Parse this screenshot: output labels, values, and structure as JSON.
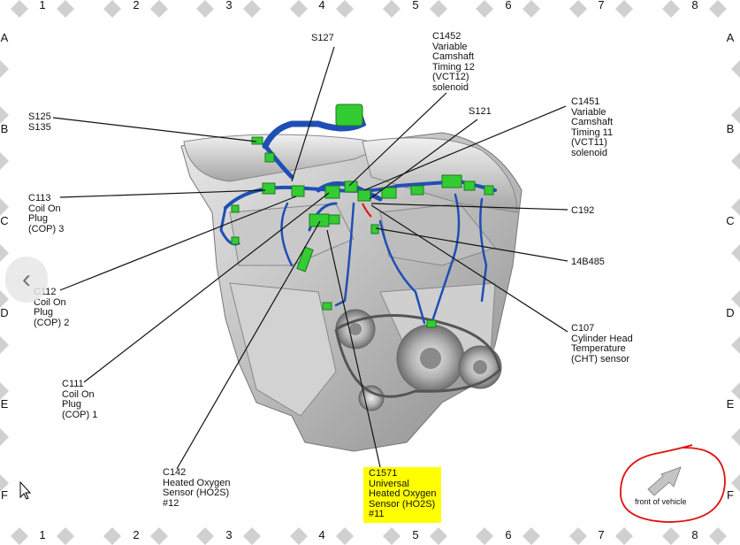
{
  "columns": [
    "1",
    "2",
    "3",
    "4",
    "5",
    "6",
    "7",
    "8"
  ],
  "rows": [
    "A",
    "B",
    "C",
    "D",
    "E",
    "F"
  ],
  "labels": {
    "s127": "S127",
    "c1452": "C1452\nVariable\nCamshaft\nTiming 12\n(VCT12)\nsolenoid",
    "c1451": "C1451\nVariable\nCamshaft\nTiming 11\n(VCT11)\nsolenoid",
    "s125": "S125\nS135",
    "s121": "S121",
    "c113": "C113\nCoil On\nPlug\n(COP) 3",
    "c192": "C192",
    "b14b485": "14B485",
    "c112": "C112\nCoil On\nPlug\n(COP) 2",
    "c107": "C107\nCylinder Head\nTemperature\n(CHT) sensor",
    "c111": "C111\nCoil On\nPlug\n(COP) 1",
    "c142": "C142\nHeated Oxygen\nSensor (HO2S)\n#12",
    "c1571": "C1571\nUniversal\nHeated Oxygen\nSensor (HO2S)\n#11"
  },
  "front_of_vehicle": "front of vehicle",
  "nav_back_glyph": "‹",
  "colors": {
    "highlight": "#ffff00",
    "harness": "#1f4fb5",
    "connector": "#33cc33",
    "annotation": "#e01010"
  }
}
